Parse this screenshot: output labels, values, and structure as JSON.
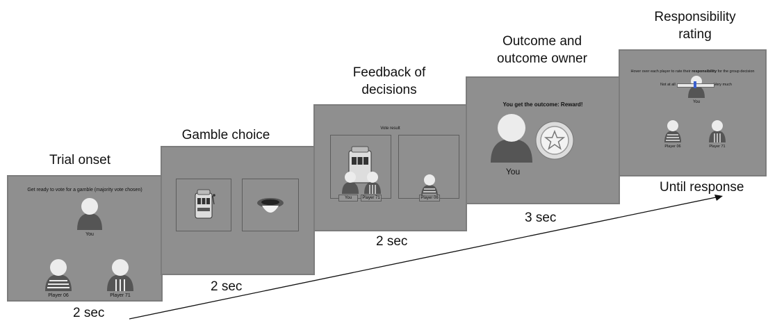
{
  "stages": [
    {
      "title": "Trial onset",
      "duration": "2 sec"
    },
    {
      "title": "Gamble choice",
      "duration": "2 sec"
    },
    {
      "title_line1": "Feedback of",
      "title_line2": "decisions",
      "duration": "2 sec"
    },
    {
      "title_line1": "Outcome and",
      "title_line2": "outcome owner",
      "duration": "3 sec"
    },
    {
      "title_line1": "Responsibility",
      "title_line2": "rating",
      "duration": "Until response"
    }
  ],
  "screen1": {
    "instruction": "Get ready to vote for a gamble (majority vote chosen)",
    "you": "You",
    "player_a": "Player 06",
    "player_b": "Player 71"
  },
  "screen3": {
    "header": "Vote result",
    "tag_you": "You",
    "tag_71": "Player 71",
    "tag_06": "Player 06"
  },
  "screen4": {
    "header": "You get the outcome: Reward!",
    "you": "You"
  },
  "screen5": {
    "instruction_pre": "Hover over each player to rate their ",
    "instruction_bold": "responsibility",
    "instruction_post": " for the group decision",
    "scale_low": "Not at all",
    "scale_high": "Very much",
    "you": "You",
    "player_a": "Player 06",
    "player_b": "Player 71"
  },
  "colors": {
    "panel": "#8f8f8f",
    "avatar": "#ececec",
    "avatar_body": "#555555"
  }
}
